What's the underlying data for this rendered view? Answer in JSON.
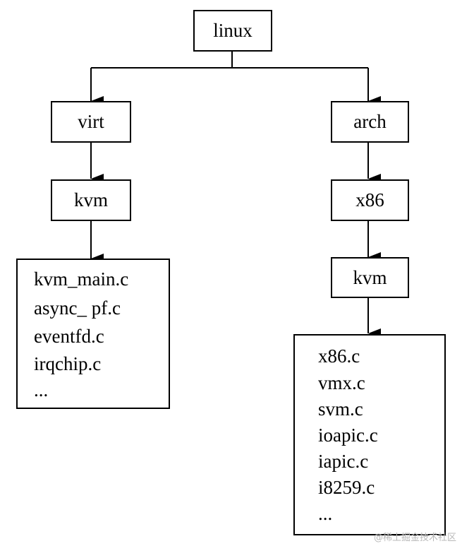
{
  "tree": {
    "root": "linux",
    "left": {
      "level1": "virt",
      "level2": "kvm",
      "files": [
        "kvm_main.c",
        "async_ pf.c",
        "eventfd.c",
        "irqchip.c",
        "..."
      ]
    },
    "right": {
      "level1": "arch",
      "level2": "x86",
      "level3": "kvm",
      "files": [
        "x86.c",
        "vmx.c",
        "svm.c",
        "ioapic.c",
        "iapic.c",
        "i8259.c",
        "..."
      ]
    }
  },
  "watermark": "@稀土掘金技术社区"
}
